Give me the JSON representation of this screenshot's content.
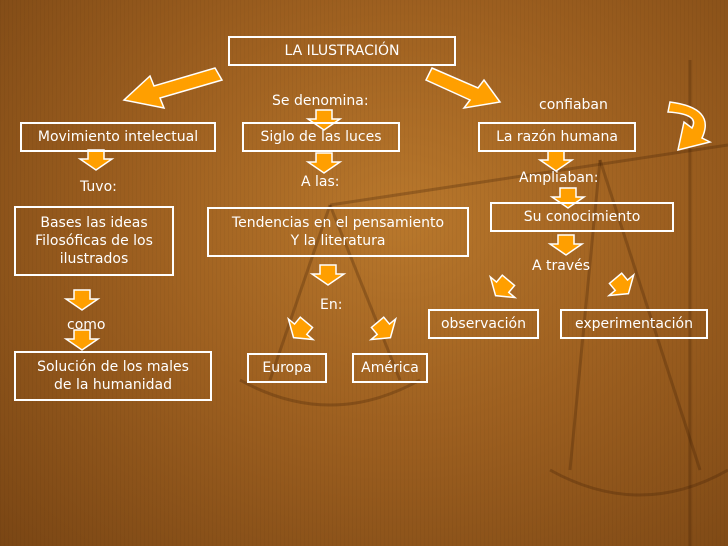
{
  "colors": {
    "background": "#9e6020",
    "box_border": "#ffffff",
    "text": "#ffffff",
    "arrow_fill": "#ff9f00",
    "arrow_stroke": "#ffffff"
  },
  "nodes": {
    "root": "LA ILUSTRACIÓN",
    "movimiento": "Movimiento intelectual",
    "siglo": "Siglo de las luces",
    "razon": "La razón humana",
    "bases": "Bases las ideas\nFilosóficas de los\nilustrados",
    "tendencias": "Tendencias en el pensamiento\nY la literatura",
    "conocimiento": "Su conocimiento",
    "observacion": "observación",
    "experimentacion": "experimentación",
    "solucion": "Solución de los males\nde la humanidad",
    "europa": "Europa",
    "america": "América"
  },
  "links": {
    "se_denomina": "Se denomina:",
    "confiaban": "confiaban",
    "tuvo": "Tuvo:",
    "a_las": "A las:",
    "ampliaban": "Ampliaban:",
    "a_traves": "A través",
    "como": "como",
    "en": "En:"
  }
}
